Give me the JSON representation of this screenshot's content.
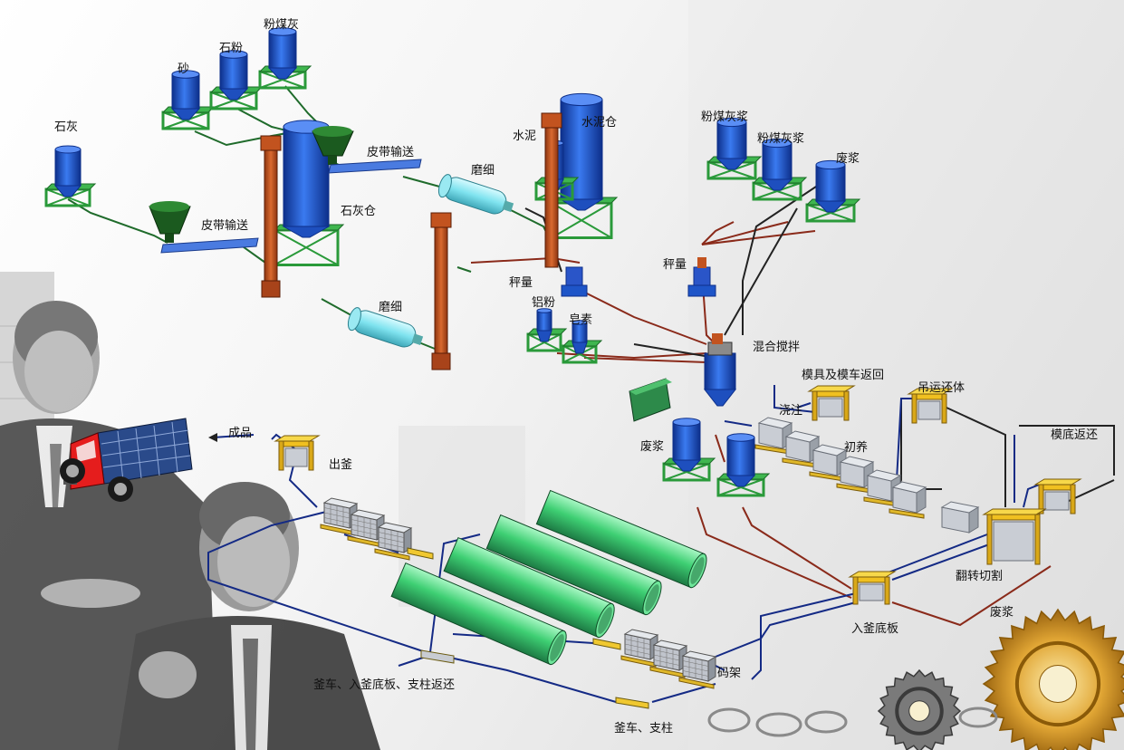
{
  "colors": {
    "silo_blue": "#1e55c8",
    "frame_green": "#2a9a3a",
    "elevator_orange": "#c2531f",
    "mill_cyan": "#7fe3ef",
    "pipe_green": "#3ecf73",
    "line_navy": "#142a85",
    "line_brown": "#8a2a1a",
    "line_green": "#1f6b2b",
    "gear_gold": "#e0a534"
  },
  "labels": {
    "lime": "石灰",
    "sand": "砂",
    "stone_powder": "石粉",
    "fly_ash": "粉煤灰",
    "belt_conveyor_1": "皮带输送",
    "belt_conveyor_2": "皮带输送",
    "lime_silo": "石灰仓",
    "grinding_1": "磨细",
    "grinding_2": "磨细",
    "cement": "水泥",
    "cement_silo": "水泥仓",
    "weighing_1": "秤量",
    "weighing_2": "秤量",
    "aluminum_powder": "铝粉",
    "soap": "皂素",
    "fly_ash_slurry_1": "粉煤灰浆",
    "fly_ash_slurry_2": "粉煤灰浆",
    "waste_slurry_1": "废浆",
    "waste_slurry_2": "废浆",
    "waste_slurry_3": "废浆",
    "mixing": "混合搅拌",
    "mold_return": "模具及模车返回",
    "pouring": "浇注",
    "precuring": "初养",
    "lifting_blank": "吊运还体",
    "mold_base_return": "模底返还",
    "flip_cutting": "翻转切割",
    "into_kettle_base": "入釜底板",
    "stacking": "码架",
    "kettle_car_return": "釜车、入釜底板、支柱返还",
    "kettle_car_column": "釜车、支柱",
    "out_of_kettle": "出釜",
    "finished_product": "成品"
  }
}
